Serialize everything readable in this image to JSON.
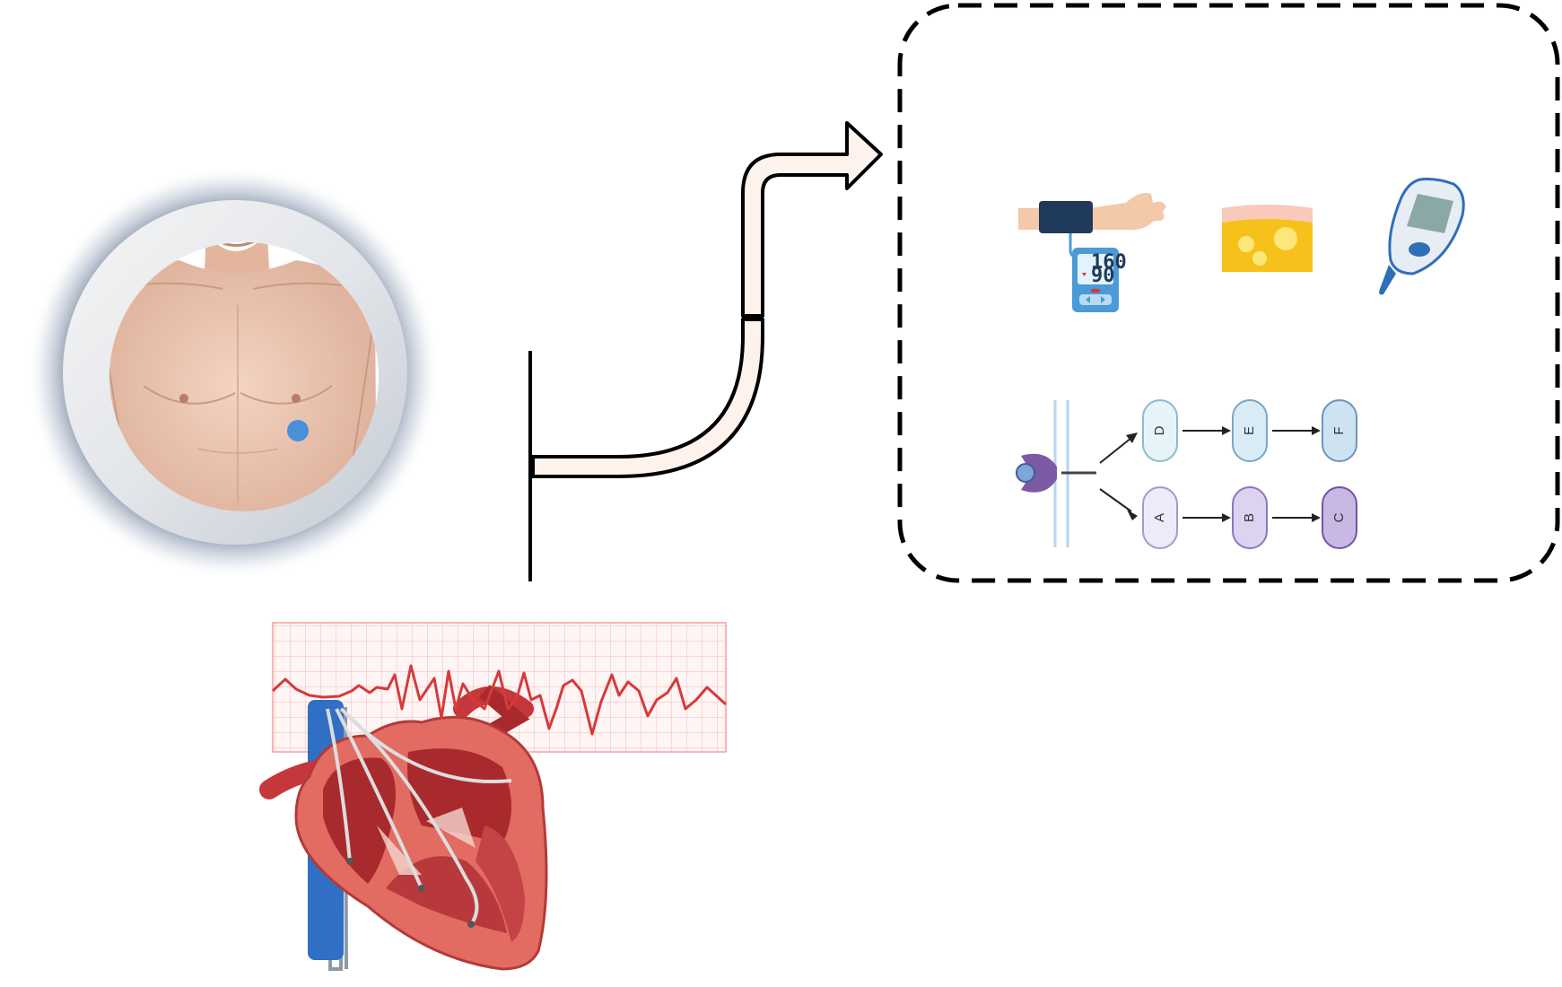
{
  "colors": {
    "outline": "#000000",
    "arrow_fill": "#fdf3ec",
    "ecg_grid": "#f6b6b6",
    "ecg_trace": "#d63a3a",
    "heart_outer": "#e26b62",
    "heart_inner": "#a92a2c",
    "skin": "#eec7b3",
    "device_marker": "#4a90d9",
    "pathway_top": "#d9eef4",
    "pathway_top_dark": "#cde3f2",
    "pathway_bottom": "#ebe5f6",
    "pathway_bottom_dark": "#c9b7e4",
    "receptor": "#7b5aa6",
    "membrane": "#b7d4ec",
    "fat_yellow": "#f7c11c",
    "glucometer_blue": "#2f6fb8"
  },
  "patient": {
    "icon": "bare-chest-photo-with-implant-marker"
  },
  "inhibition": {
    "icon": "t-bar-inhibitor-line"
  },
  "transition_arrow": {
    "icon": "curved-right-arrow"
  },
  "ecg_heart": {
    "icon": "ecg-strip-and-heart-with-pacing-leads"
  },
  "outcomes_box": {
    "icons": [
      "blood-pressure-cuff-icon",
      "adipose-tissue-icon",
      "glucometer-icon",
      "signaling-pathway-icon"
    ],
    "bp_monitor": {
      "systolic": "160",
      "diastolic": "90"
    },
    "pathway": {
      "top_nodes": [
        "D",
        "E",
        "F"
      ],
      "bottom_nodes": [
        "A",
        "B",
        "C"
      ]
    }
  }
}
